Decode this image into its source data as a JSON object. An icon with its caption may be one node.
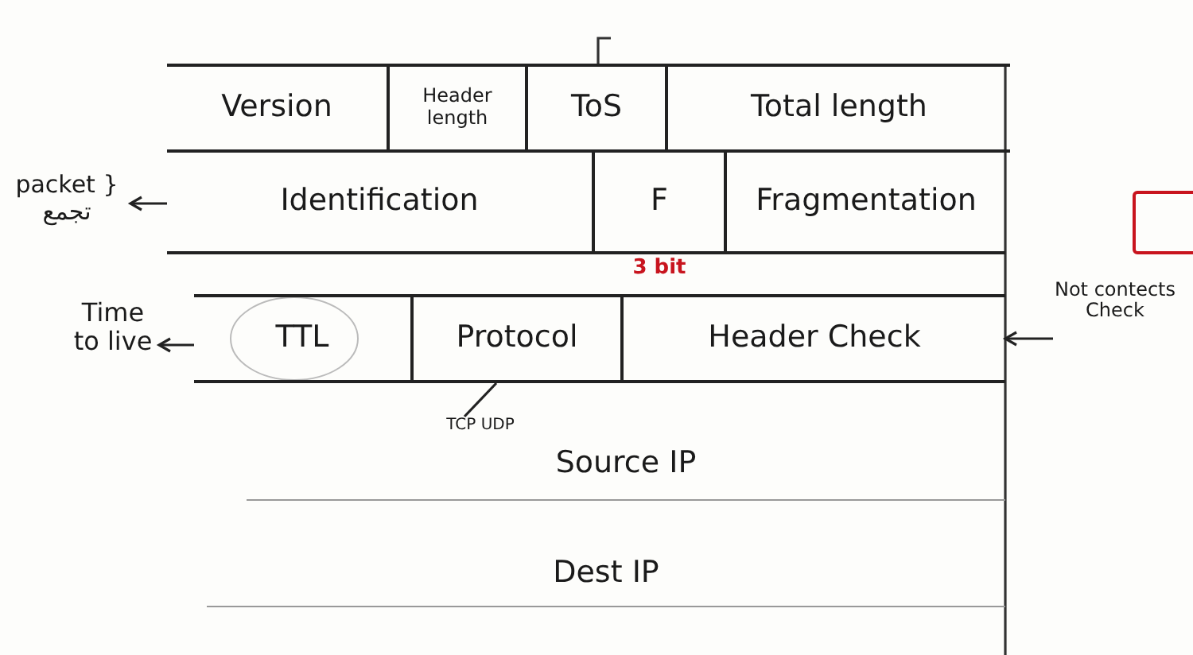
{
  "diagram": {
    "nodes": [
      {
        "text": [
          "Version"
        ]
      },
      {
        "text": [
          "Header length"
        ]
      },
      {
        "text": [
          "ToS"
        ]
      },
      {
        "text": [
          "Total length"
        ]
      },
      {
        "text": [
          "Identification"
        ]
      },
      {
        "text": [
          "F"
        ],
        "beside": [
          "3 bit"
        ]
      },
      {
        "text": [
          "Fragmentation"
        ]
      },
      {
        "text": [
          "TTL"
        ]
      },
      {
        "text": [
          "Protocol"
        ]
      },
      {
        "text": [
          "Header Check"
        ]
      },
      {
        "text": [
          "Source IP"
        ]
      },
      {
        "text": [
          "Dest IP"
        ]
      },
      {
        "text": [
          "packet } تجمع"
        ]
      },
      {
        "text": [
          "Time to live"
        ]
      },
      {
        "text": [
          "Not contects Check"
        ]
      },
      {
        "text": [
          "TCP UDP"
        ]
      },
      {
        "text": [],
        "shape": "box"
      }
    ],
    "edges": [
      {
        "from": 4,
        "to": 12,
        "arrow": "to"
      },
      {
        "from": 7,
        "to": 13,
        "arrow": "to"
      },
      {
        "from": 14,
        "to": 9,
        "arrow": "to"
      },
      {
        "from": 8,
        "to": 15,
        "arrow": "none"
      }
    ]
  }
}
